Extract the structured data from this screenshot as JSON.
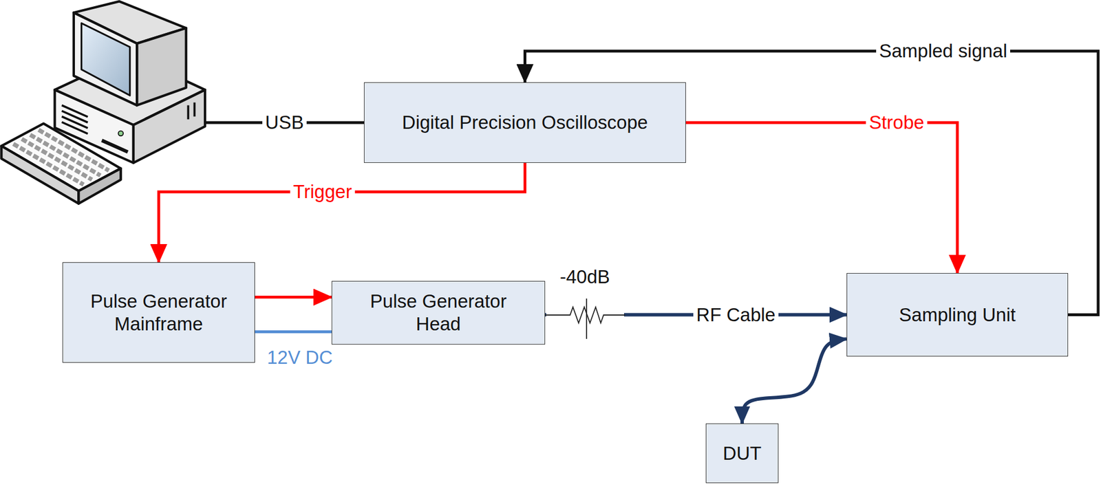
{
  "diagram": {
    "nodes": [
      {
        "text": [
          "Digital Precision Oscilloscope"
        ]
      },
      {
        "text": [
          "Pulse Generator Mainframe"
        ]
      },
      {
        "text": [
          "Pulse Generator Head"
        ]
      },
      {
        "text": [
          "Sampling Unit"
        ]
      },
      {
        "text": [
          "DUT"
        ]
      }
    ],
    "edges": [
      {
        "from": 0,
        "to": 1,
        "arrow": "to",
        "label": "Trigger"
      },
      {
        "from": 0,
        "to": 3,
        "arrow": "to",
        "label": "Strobe"
      },
      {
        "from": 3,
        "to": 0,
        "arrow": "to",
        "label": "Sampled signal"
      },
      {
        "from": 1,
        "to": 2,
        "arrow": "to"
      },
      {
        "from": 1,
        "to": 2,
        "arrow": "none",
        "label": "12V DC"
      },
      {
        "from": 2,
        "to": 3,
        "arrow": "to",
        "label": "RF Cable"
      },
      {
        "from": 3,
        "to": 4,
        "arrow": "both"
      }
    ],
    "labels": [
      "USB",
      "-40dB"
    ]
  }
}
